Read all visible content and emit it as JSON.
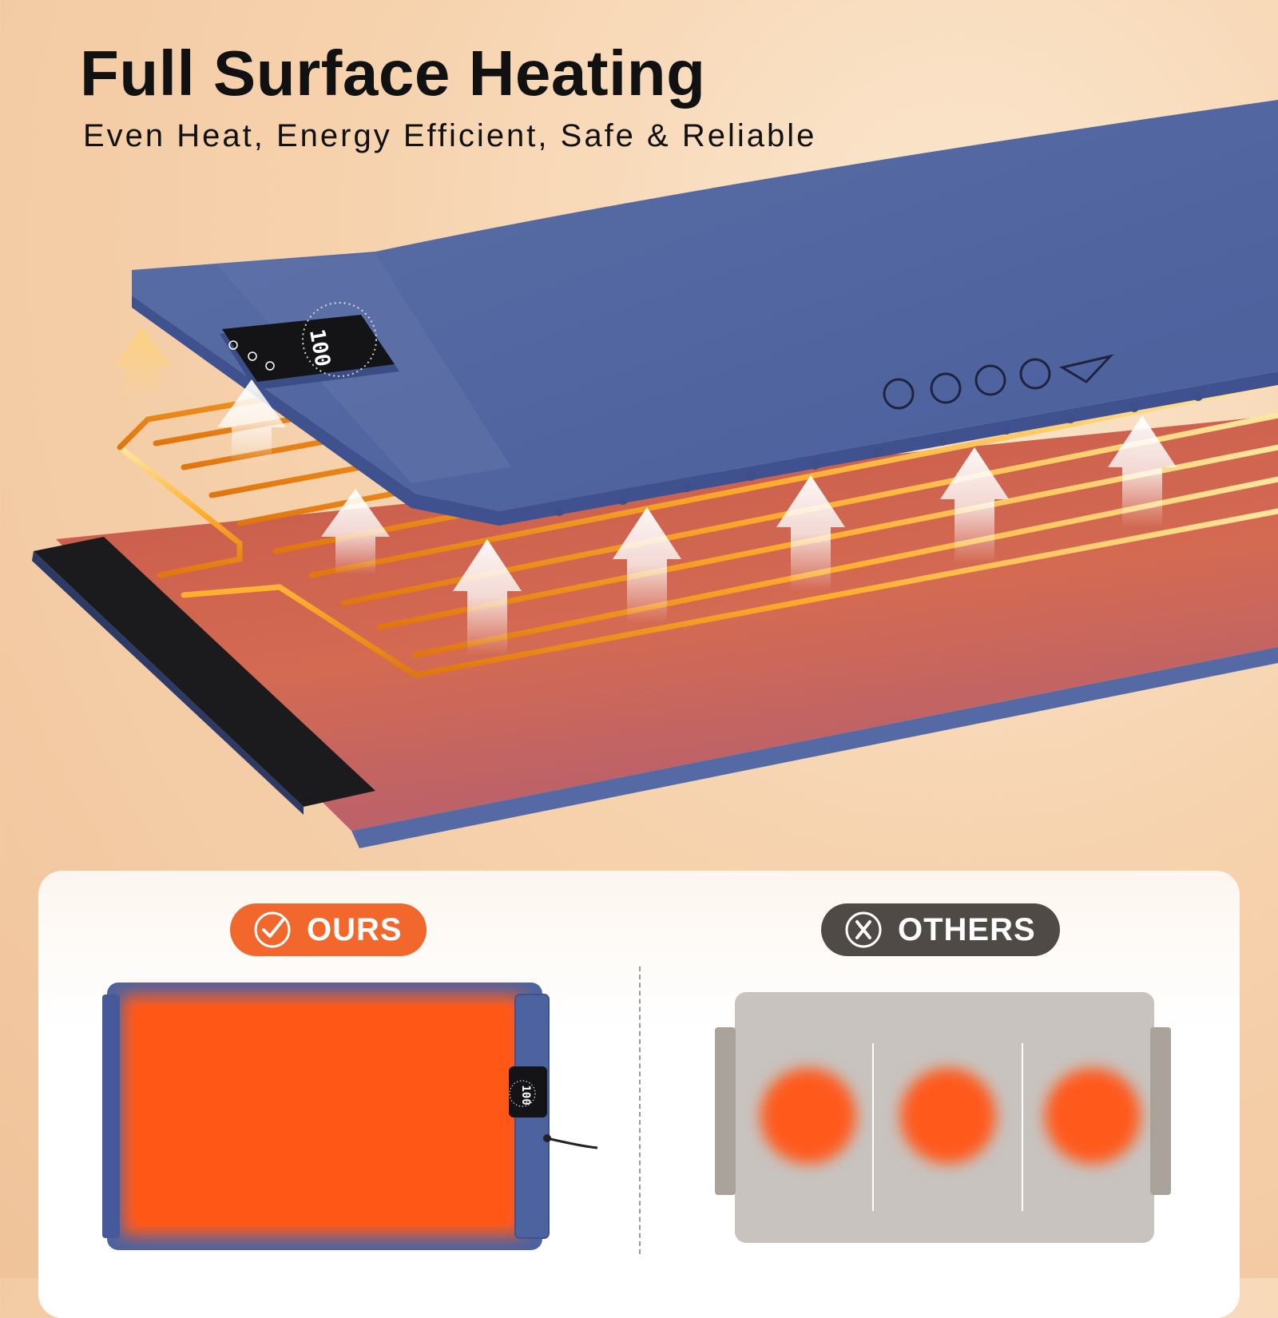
{
  "header": {
    "title": "Full Surface Heating",
    "subtitle": "Even Heat, Energy Efficient, Safe & Reliable"
  },
  "product": {
    "display_reading": "100"
  },
  "comparison": {
    "ours": {
      "label": "OURS",
      "icon": "check-circle-icon",
      "color": "#f2682c"
    },
    "others": {
      "label": "OTHERS",
      "icon": "x-circle-icon",
      "color": "#4f4a46"
    }
  },
  "colors": {
    "mat_blue": "#4d63a0",
    "heat_orange": "#ff5a1a",
    "wire_gold": "#f5a623",
    "others_gray": "#c8c3bf"
  }
}
